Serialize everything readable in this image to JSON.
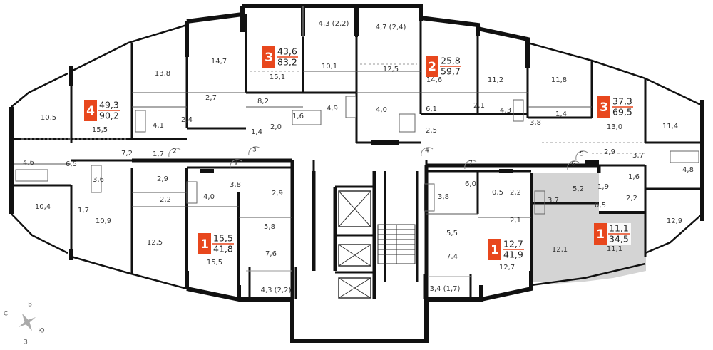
{
  "colors": {
    "accent": "#e8471d",
    "wall": "#111111",
    "highlight": "#d4d4d4"
  },
  "badges": [
    {
      "rooms": "4",
      "area_living": "49,3",
      "area_total": "90,2"
    },
    {
      "rooms": "3",
      "area_living": "43,6",
      "area_total": "83,2"
    },
    {
      "rooms": "2",
      "area_living": "25,8",
      "area_total": "59,7"
    },
    {
      "rooms": "3",
      "area_living": "37,3",
      "area_total": "69,5"
    },
    {
      "rooms": "1",
      "area_living": "15,5",
      "area_total": "41,8"
    },
    {
      "rooms": "1",
      "area_living": "12,7",
      "area_total": "41,9"
    },
    {
      "rooms": "1",
      "area_living": "11,1",
      "area_total": "34,5"
    }
  ],
  "room_areas": [
    "10,5",
    "15,5",
    "4,6",
    "6,5",
    "10,4",
    "1,7",
    "10,9",
    "7,2",
    "3,6",
    "1,7",
    "2,9",
    "2,2",
    "12,5",
    "13,8",
    "2,7",
    "4,1",
    "2,4",
    "14,7",
    "15,1",
    "8,2",
    "1,4",
    "2,0",
    "1,6",
    "4,9",
    "10,1",
    "4,3 (2,2)",
    "4,7 (2,4)",
    "12,5",
    "4,0",
    "6,1",
    "2,5",
    "14,6",
    "11,2",
    "2,1",
    "4,3",
    "11,8",
    "3,8",
    "1,4",
    "13,0",
    "2,9",
    "3,7",
    "1,6",
    "2,2",
    "11,4",
    "4,8",
    "12,9",
    "4,0",
    "3,8",
    "2,9",
    "5,8",
    "7,6",
    "15,5",
    "4,3 (2,2)",
    "3,8",
    "6,0",
    "0,5",
    "2,2",
    "2,1",
    "5,5",
    "7,4",
    "12,7",
    "3,4 (1,7)",
    "3,7",
    "5,2",
    "1,9",
    "0,5",
    "12,1",
    "11,1"
  ],
  "door_numbers": [
    "1",
    "2",
    "3",
    "4",
    "5",
    "6",
    "7"
  ],
  "compass": {
    "north": "С",
    "east": "В",
    "south": "Ю",
    "west": "З"
  }
}
